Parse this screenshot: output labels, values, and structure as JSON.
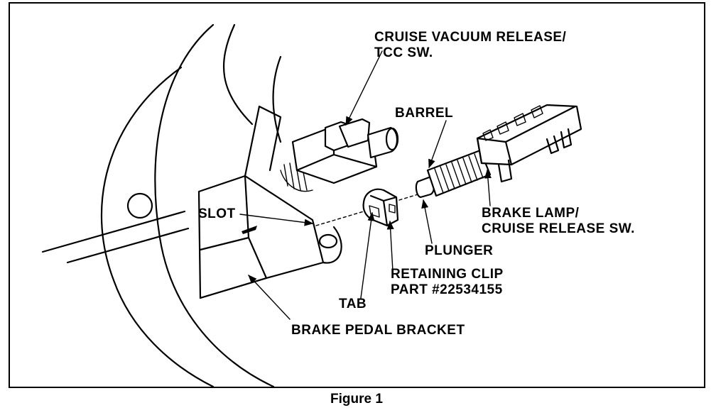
{
  "labels": {
    "cruise_vacuum_line1": "CRUISE VACUUM RELEASE/",
    "cruise_vacuum_line2": "TCC SW.",
    "barrel": "BARREL",
    "slot": "SLOT",
    "brake_lamp_line1": "BRAKE LAMP/",
    "brake_lamp_line2": "CRUISE RELEASE SW.",
    "plunger": "PLUNGER",
    "retaining_clip_line1": "RETAINING CLIP",
    "retaining_clip_line2": "PART #22534155",
    "tab": "TAB",
    "brake_pedal_bracket": "BRAKE PEDAL BRACKET"
  },
  "caption": "Figure 1"
}
